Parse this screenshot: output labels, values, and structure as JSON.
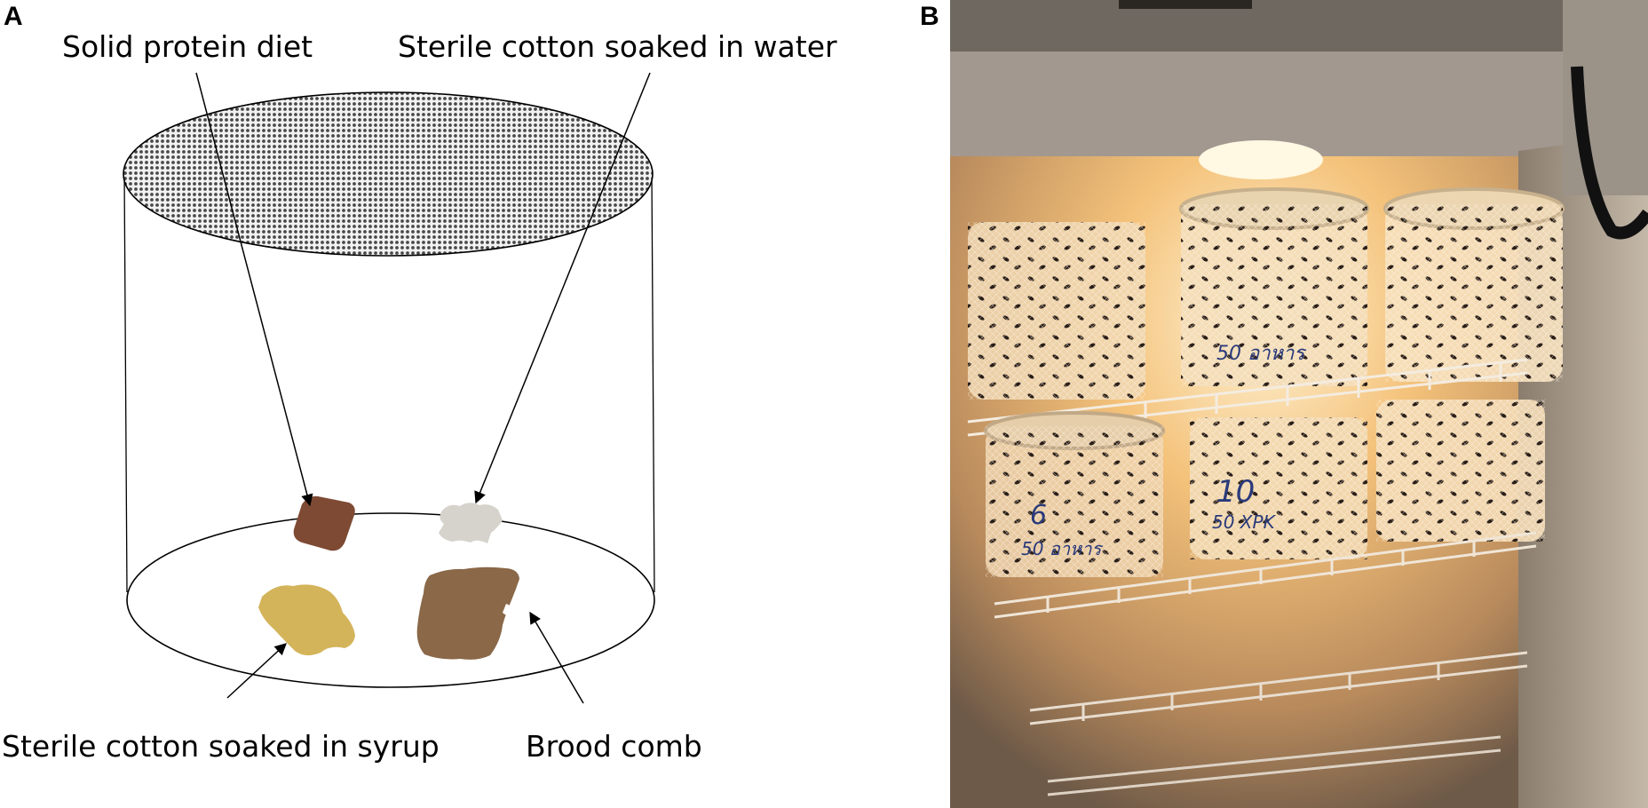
{
  "panels": {
    "a": {
      "letter": "A",
      "labels": {
        "protein": "Solid protein diet",
        "water": "Sterile cotton soaked in water",
        "syrup": "Sterile cotton soaked in syrup",
        "brood": "Brood comb"
      }
    },
    "b": {
      "letter": "B",
      "jar_labels": [
        "50 อาหาร",
        "10",
        "50 XPK",
        "6",
        "50 อาหาร"
      ]
    }
  },
  "colors": {
    "protein_diet": "#7e4a33",
    "water_cotton": "#d6d2cc",
    "syrup_cotton": "#d4b45a",
    "brood_comb": "#8a6848",
    "lid_mesh": "#5a5a5a",
    "incubator_light": "#f4c27a"
  }
}
